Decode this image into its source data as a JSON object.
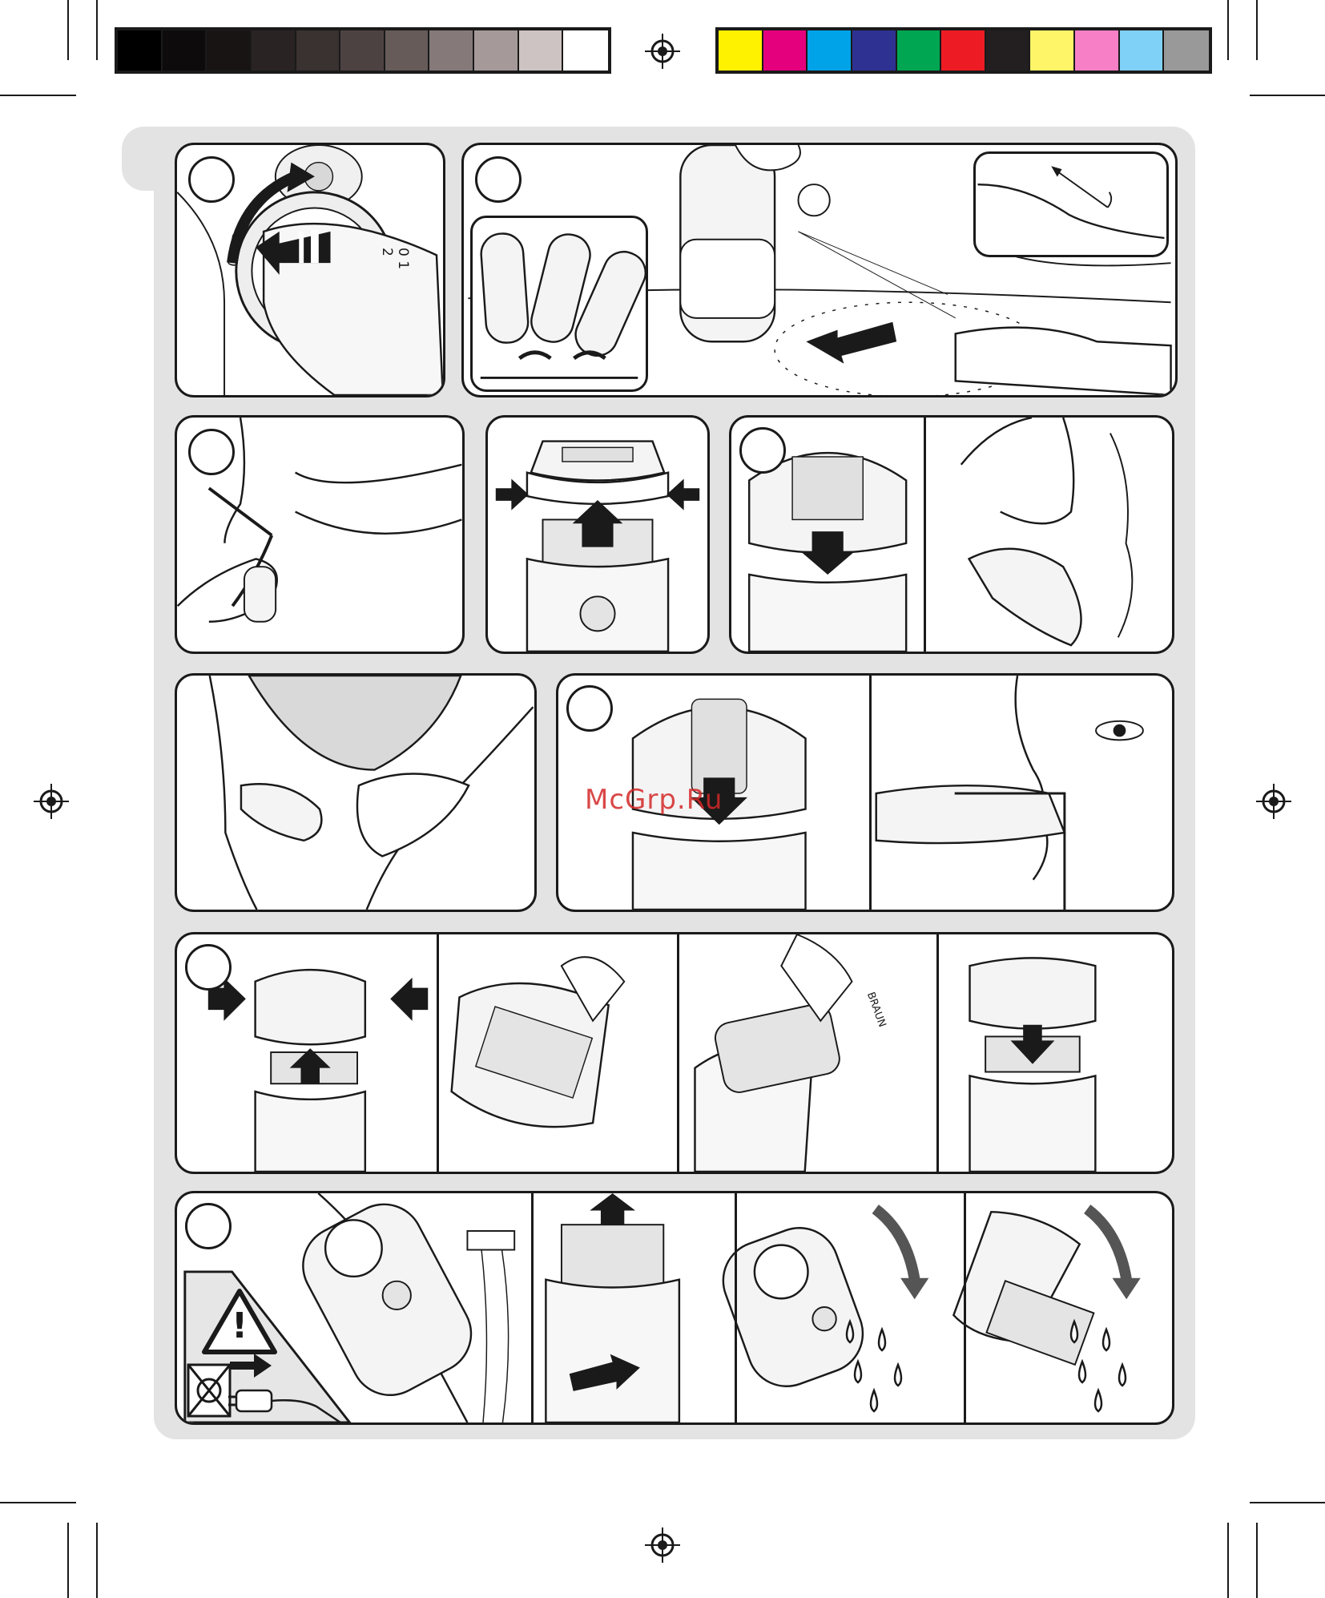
{
  "registration_colors": [
    "#000000",
    "#0d0b0b",
    "#191414",
    "#2a2323",
    "#3a3131",
    "#4d4242",
    "#675b5a",
    "#857979",
    "#a59a99",
    "#cdc3c2",
    "#ffffff"
  ],
  "process_colors": [
    "#fff200",
    "#e4007c",
    "#00a2e8",
    "#2e3192",
    "#00a651",
    "#ed1c24",
    "#231f20",
    "#fff568",
    "#f77fc6",
    "#7fd1f7",
    "#999999"
  ],
  "watermark": "McGrp.Ru",
  "dial_left": "0 1 2",
  "dial_right": "0 1 2",
  "brush_brand": "BRAUN",
  "warning_symbol": "!",
  "icons": [
    "registration-mark-icon",
    "warning-triangle-icon",
    "no-plug-icon",
    "arrow-icon",
    "water-drop-icon"
  ]
}
